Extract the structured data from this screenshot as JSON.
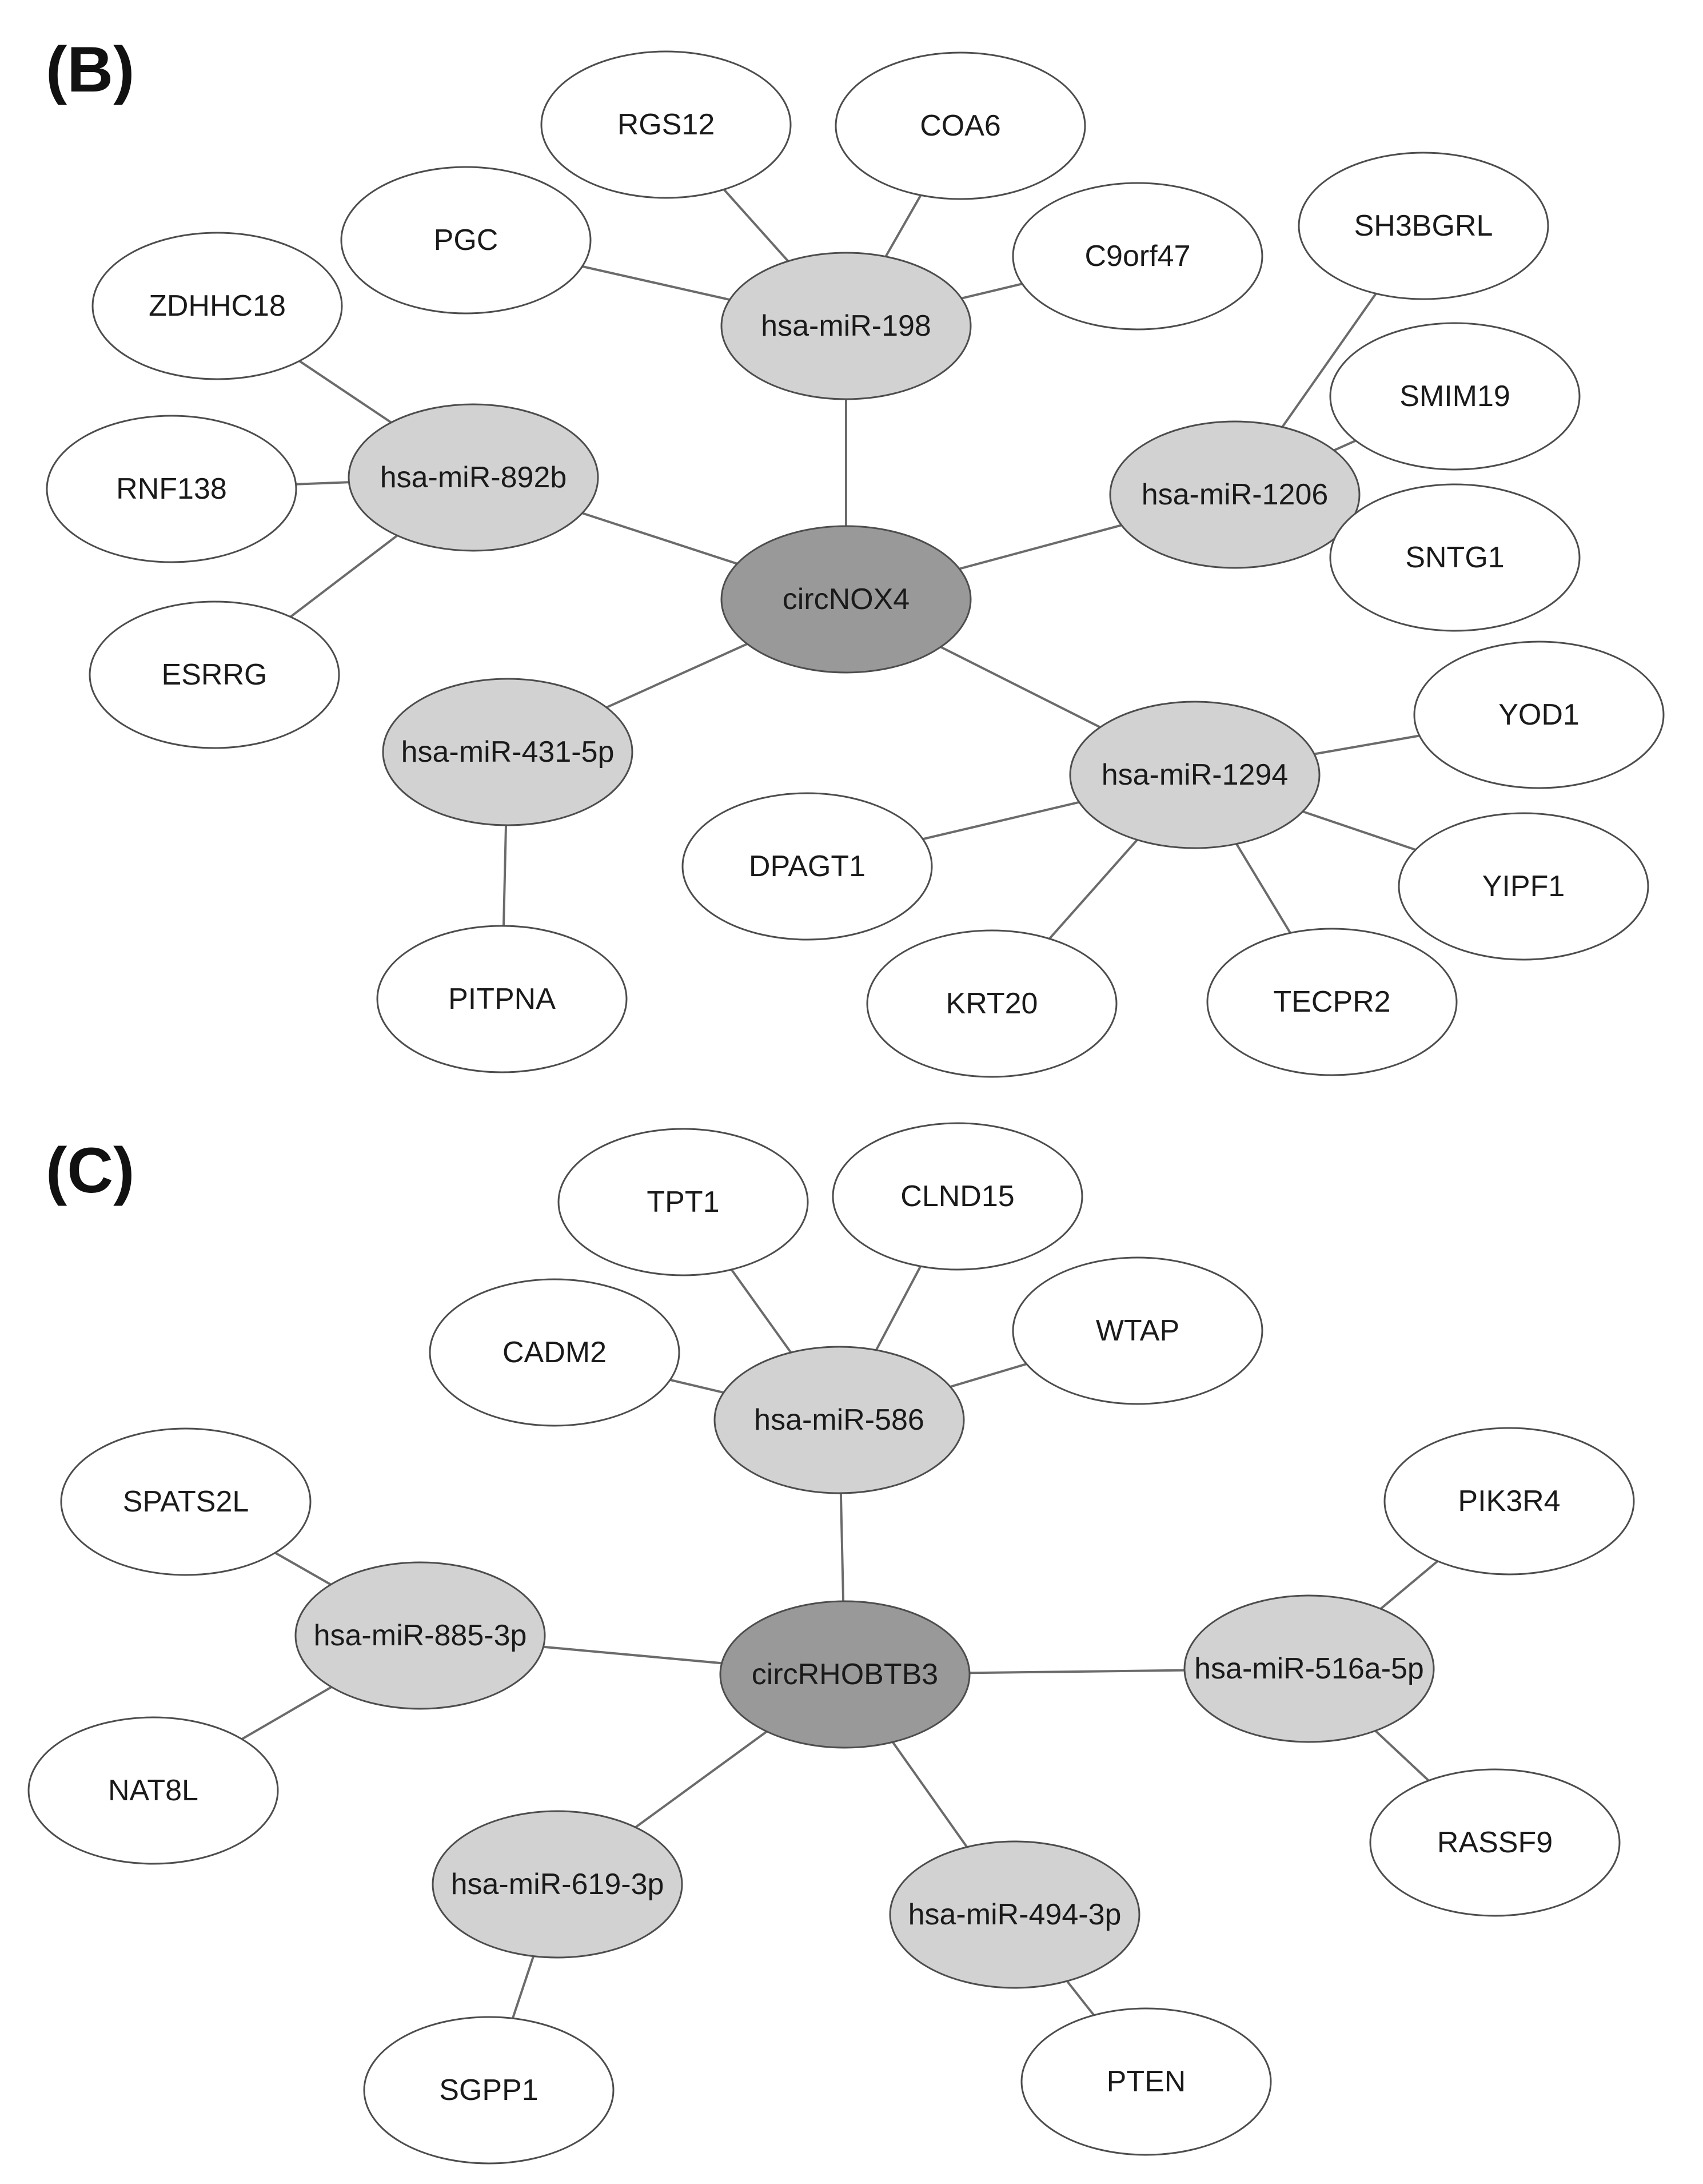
{
  "colors": {
    "center": "#999999",
    "mirna": "#d2d2d2",
    "gene": "#ffffff"
  },
  "panels": [
    {
      "label": "(B)",
      "center": "circNOX4",
      "groups": [
        {
          "mirna": "hsa-miR-198",
          "targets": [
            "PGC",
            "RGS12",
            "COA6",
            "C9orf47"
          ]
        },
        {
          "mirna": "hsa-miR-892b",
          "targets": [
            "ZDHHC18",
            "RNF138",
            "ESRRG"
          ]
        },
        {
          "mirna": "hsa-miR-1206",
          "targets": [
            "SH3BGRL",
            "SMIM19",
            "SNTG1"
          ]
        },
        {
          "mirna": "hsa-miR-431-5p",
          "targets": [
            "PITPNA"
          ]
        },
        {
          "mirna": "hsa-miR-1294",
          "targets": [
            "YOD1",
            "DPAGT1",
            "YIPF1",
            "KRT20",
            "TECPR2"
          ]
        }
      ]
    },
    {
      "label": "(C)",
      "center": "circRHOBTB3",
      "groups": [
        {
          "mirna": "hsa-miR-586",
          "targets": [
            "CADM2",
            "TPT1",
            "CLND15",
            "WTAP"
          ]
        },
        {
          "mirna": "hsa-miR-885-3p",
          "targets": [
            "SPATS2L",
            "NAT8L"
          ]
        },
        {
          "mirna": "hsa-miR-516a-5p",
          "targets": [
            "PIK3R4",
            "RASSF9"
          ]
        },
        {
          "mirna": "hsa-miR-619-3p",
          "targets": [
            "SGPP1"
          ]
        },
        {
          "mirna": "hsa-miR-494-3p",
          "targets": [
            "PTEN"
          ]
        }
      ]
    }
  ]
}
